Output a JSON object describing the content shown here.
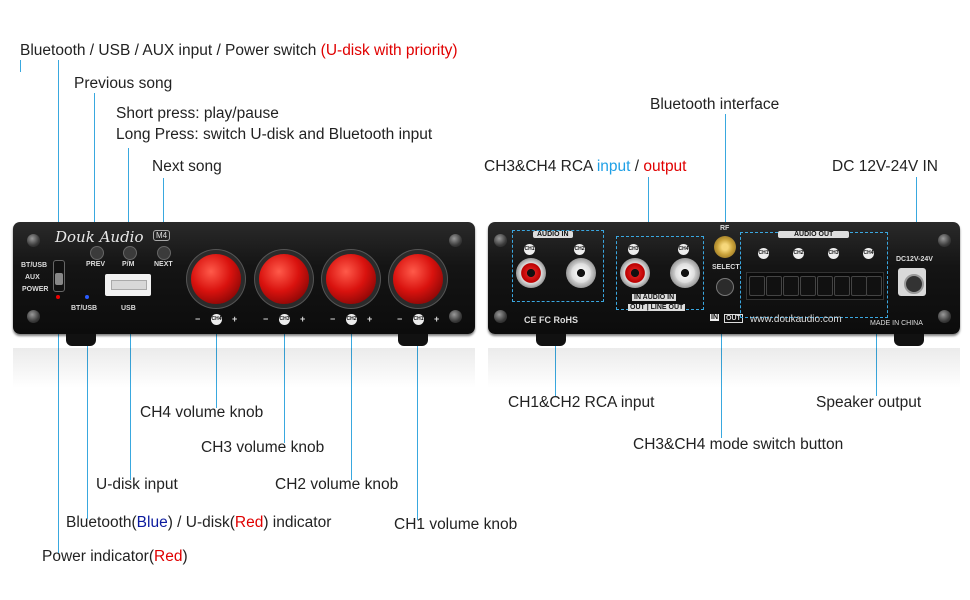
{
  "labels": {
    "input_switch": {
      "text": "Bluetooth / USB / AUX input / Power switch ",
      "highlight": "(U-disk with priority)"
    },
    "previous_song": "Previous song",
    "short_press": "Short press:  play/pause",
    "long_press": "Long Press: switch U-disk and Bluetooth input",
    "next_song": "Next song",
    "bluetooth_interface": "Bluetooth interface",
    "ch3ch4_rca": {
      "prefix": "CH3&CH4 RCA ",
      "input": "input",
      "sep": " / ",
      "output": "output"
    },
    "dc_in": "DC 12V-24V IN",
    "ch4_knob": "CH4 volume knob",
    "ch3_knob": "CH3 volume knob",
    "ch2_knob": "CH2 volume knob",
    "ch1_knob": "CH1 volume knob",
    "udisk_input": "U-disk input",
    "indicator": {
      "a": "Bluetooth(",
      "blue": "Blue",
      "b": ") / U-disk(",
      "red": "Red",
      "c": ") indicator"
    },
    "power_indicator": {
      "a": "Power indicator(",
      "red": "Red",
      "b": ")"
    },
    "ch1ch2_rca": "CH1&CH2 RCA input",
    "mode_switch": "CH3&CH4 mode switch button",
    "speaker_output": "Speaker output"
  },
  "front_panel": {
    "brand": "Douk Audio",
    "model": "M4",
    "switch_labels": [
      "BT/USB",
      "AUX",
      "POWER"
    ],
    "buttons": [
      "PREV",
      "P/M",
      "NEXT"
    ],
    "port_labels": [
      "BT/USB",
      "USB"
    ],
    "knob_channels": [
      "CH4",
      "CH3",
      "CH2",
      "CH1"
    ],
    "minus": "−",
    "plus": "+"
  },
  "back_panel": {
    "audio_in": "AUDIO IN",
    "audio_out": "AUDIO OUT",
    "jack_tags": [
      "CH1",
      "CH2",
      "CH3",
      "CH4"
    ],
    "in_audio_in": "IN   AUDIO IN",
    "out_line_out": "OUT | LINE OUT",
    "rf": "RF",
    "select": "SELECT",
    "in": "IN",
    "out": "OUT",
    "certs": "CE FC RoHS",
    "website": "www.doukaudio.com",
    "made_in": "MADE IN CHINA",
    "dc_label": "DC12V-24V",
    "speaker_tags": [
      "CH1",
      "CH2",
      "CH3",
      "CH4"
    ]
  },
  "colors": {
    "accent_line": "#39a8df",
    "knob": "#d9120e",
    "text_red": "#e00000",
    "text_blue": "#1fa0e6",
    "text_navy": "#0b1a9e"
  }
}
